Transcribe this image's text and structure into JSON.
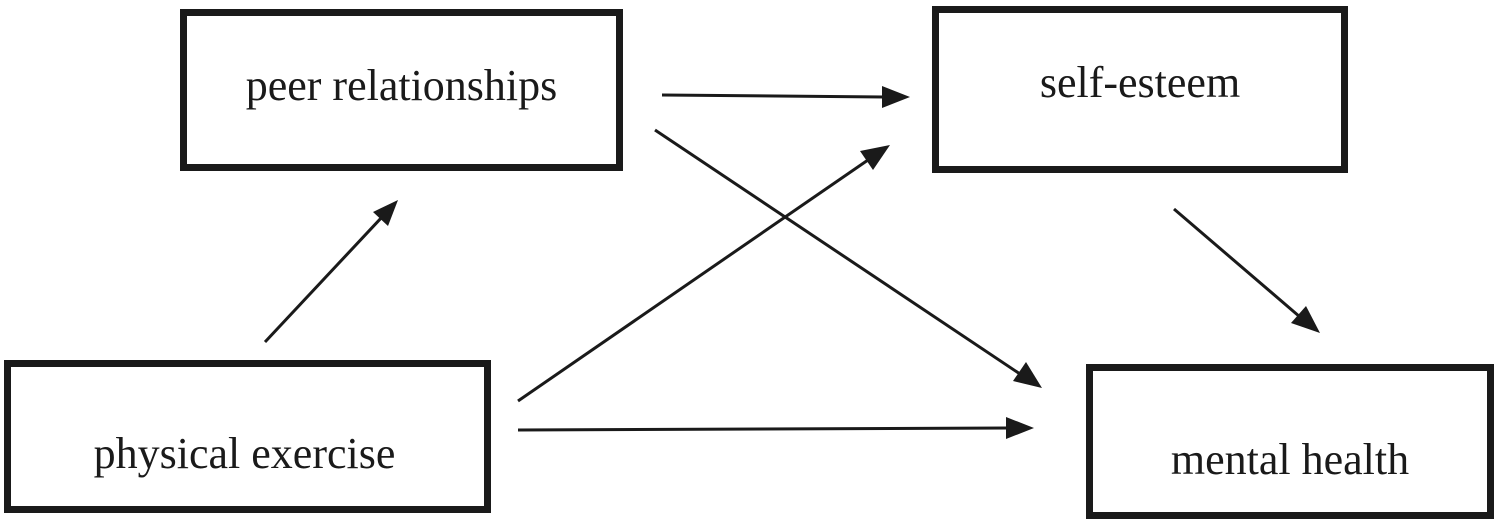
{
  "diagram": {
    "nodes": {
      "peer_relationships": "peer relationships",
      "self_esteem": "self-esteem",
      "physical_exercise": "physical exercise",
      "mental_health": "mental health"
    },
    "edges": [
      {
        "from": "physical_exercise",
        "to": "peer_relationships"
      },
      {
        "from": "peer_relationships",
        "to": "self_esteem"
      },
      {
        "from": "peer_relationships",
        "to": "mental_health"
      },
      {
        "from": "physical_exercise",
        "to": "self_esteem"
      },
      {
        "from": "physical_exercise",
        "to": "mental_health"
      },
      {
        "from": "self_esteem",
        "to": "mental_health"
      }
    ],
    "colors": {
      "stroke": "#1a1a1a",
      "background": "#ffffff"
    }
  }
}
